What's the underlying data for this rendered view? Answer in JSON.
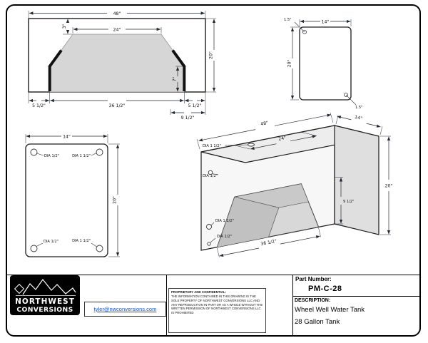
{
  "front_view": {
    "dims": {
      "width": "48\"",
      "top_offset": "3\"",
      "cutout_top": "24\"",
      "height": "20\"",
      "leg_vertical": "7\"",
      "left_leg": "5 1/2\"",
      "cutout_bottom": "36 1/2\"",
      "right_leg": "5 1/2\"",
      "cutout_height": "9 1/2\""
    }
  },
  "end_view": {
    "dims": {
      "width": "14\"",
      "height": "20\""
    },
    "callouts": {
      "top_left": "1.5\"",
      "bottom_right": "1.5\""
    }
  },
  "bottom_view": {
    "dims": {
      "width": "14\"",
      "height": "20\""
    },
    "callouts": {
      "top_left": "DIA 1/2\"",
      "top_right": "DIA 1 1/2\"",
      "bottom_left": "DIA 1/2\"",
      "bottom_right": "DIA 1 1/2\""
    }
  },
  "iso_view": {
    "dims": {
      "length": "48\"",
      "depth": "14\"",
      "cutout_top": "24\"",
      "height": "20\"",
      "cutout_height": "9 1/2\"",
      "cutout_bottom": "36 1/2\""
    },
    "callouts": {
      "top_port": "DIA 1 1/2\"",
      "front_port": "DIA 1/2\"",
      "leg_port_large": "DIA 1 1/2\"",
      "leg_port_small": "DIA 1/2\""
    }
  },
  "title_block": {
    "logo": {
      "line1": "NORTHWEST",
      "line2": "CONVERSIONS"
    },
    "email": "tyler@nwconversions.com",
    "proprietary": {
      "heading": "PROPRIETARY AND CONFIDENTIAL:",
      "body": "THE INFORMATION CONTAINED IN THIS DRAWING IS THE SOLE PROPERTY OF NORTHWEST CONVERSIONS LLC AND ANY REPRODUCTION IN PART OR AS A WHOLE WITHOUT THE WRITTEN PERMISSION OF NORTHWEST CONVERSIONS LLC IS PROHIBITED"
    },
    "part_number_label": "Part Number:",
    "part_number": "PM-C-28",
    "description_label": "DESCRIPTION:",
    "description_line1": "Wheel Well Water Tank",
    "description_line2": "28 Gallon Tank"
  }
}
